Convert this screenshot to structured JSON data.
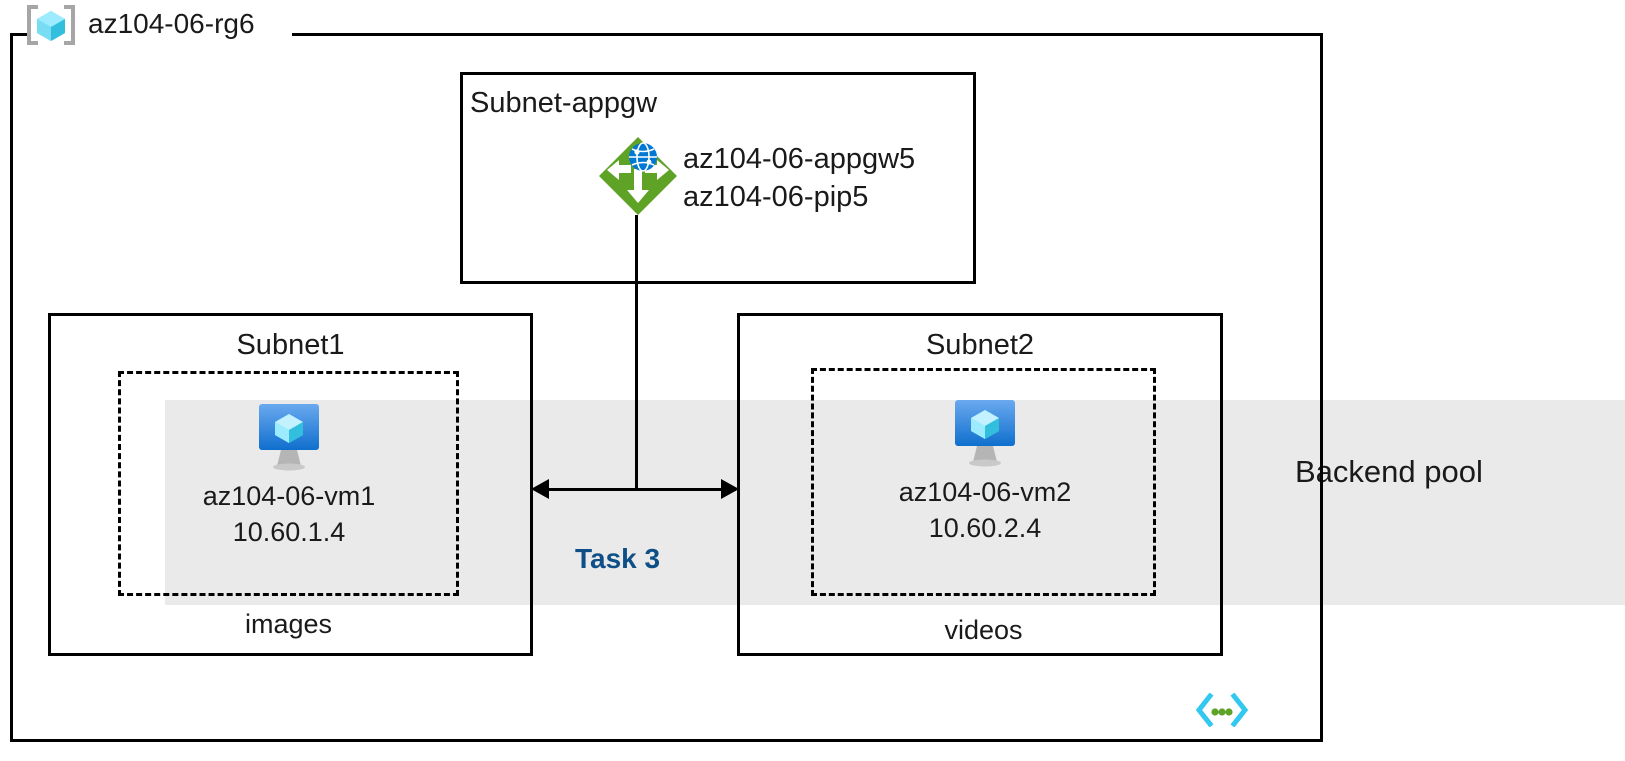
{
  "diagram": {
    "type": "azure-architecture",
    "resource_group": {
      "name": "az104-06-rg6",
      "icon": "resource-group-icon"
    },
    "backend_pool": {
      "label": "Backend pool",
      "band_color": "#eaeaea"
    },
    "subnets": [
      {
        "id": "appgw",
        "title": "Subnet-appgw",
        "resources": [
          {
            "icon": "application-gateway-icon",
            "lines": [
              "az104-06-appgw5",
              "az104-06-pip5"
            ]
          }
        ]
      },
      {
        "id": "subnet1",
        "title": "Subnet1",
        "delegation": "images",
        "vm": {
          "icon": "virtual-machine-icon",
          "name": "az104-06-vm1",
          "ip": "10.60.1.4"
        }
      },
      {
        "id": "subnet2",
        "title": "Subnet2",
        "delegation": "videos",
        "vm": {
          "icon": "virtual-machine-icon",
          "name": "az104-06-vm2",
          "ip": "10.60.2.4"
        }
      }
    ],
    "annotations": [
      {
        "id": "task3",
        "label": "Task 3",
        "color": "#0d4f86"
      }
    ],
    "vnet_badge": {
      "icon": "virtual-network-icon"
    },
    "colors": {
      "line": "#000000",
      "text": "#1a1a1a",
      "task_accent": "#0d4f86",
      "band": "#eaeaea",
      "appgw_green": "#5ea226",
      "vm_blue": "#1b86e0",
      "cube_cyan": "#6fe2f7",
      "vnet_cyan": "#32c8f0",
      "vnet_green": "#5ea226"
    }
  }
}
